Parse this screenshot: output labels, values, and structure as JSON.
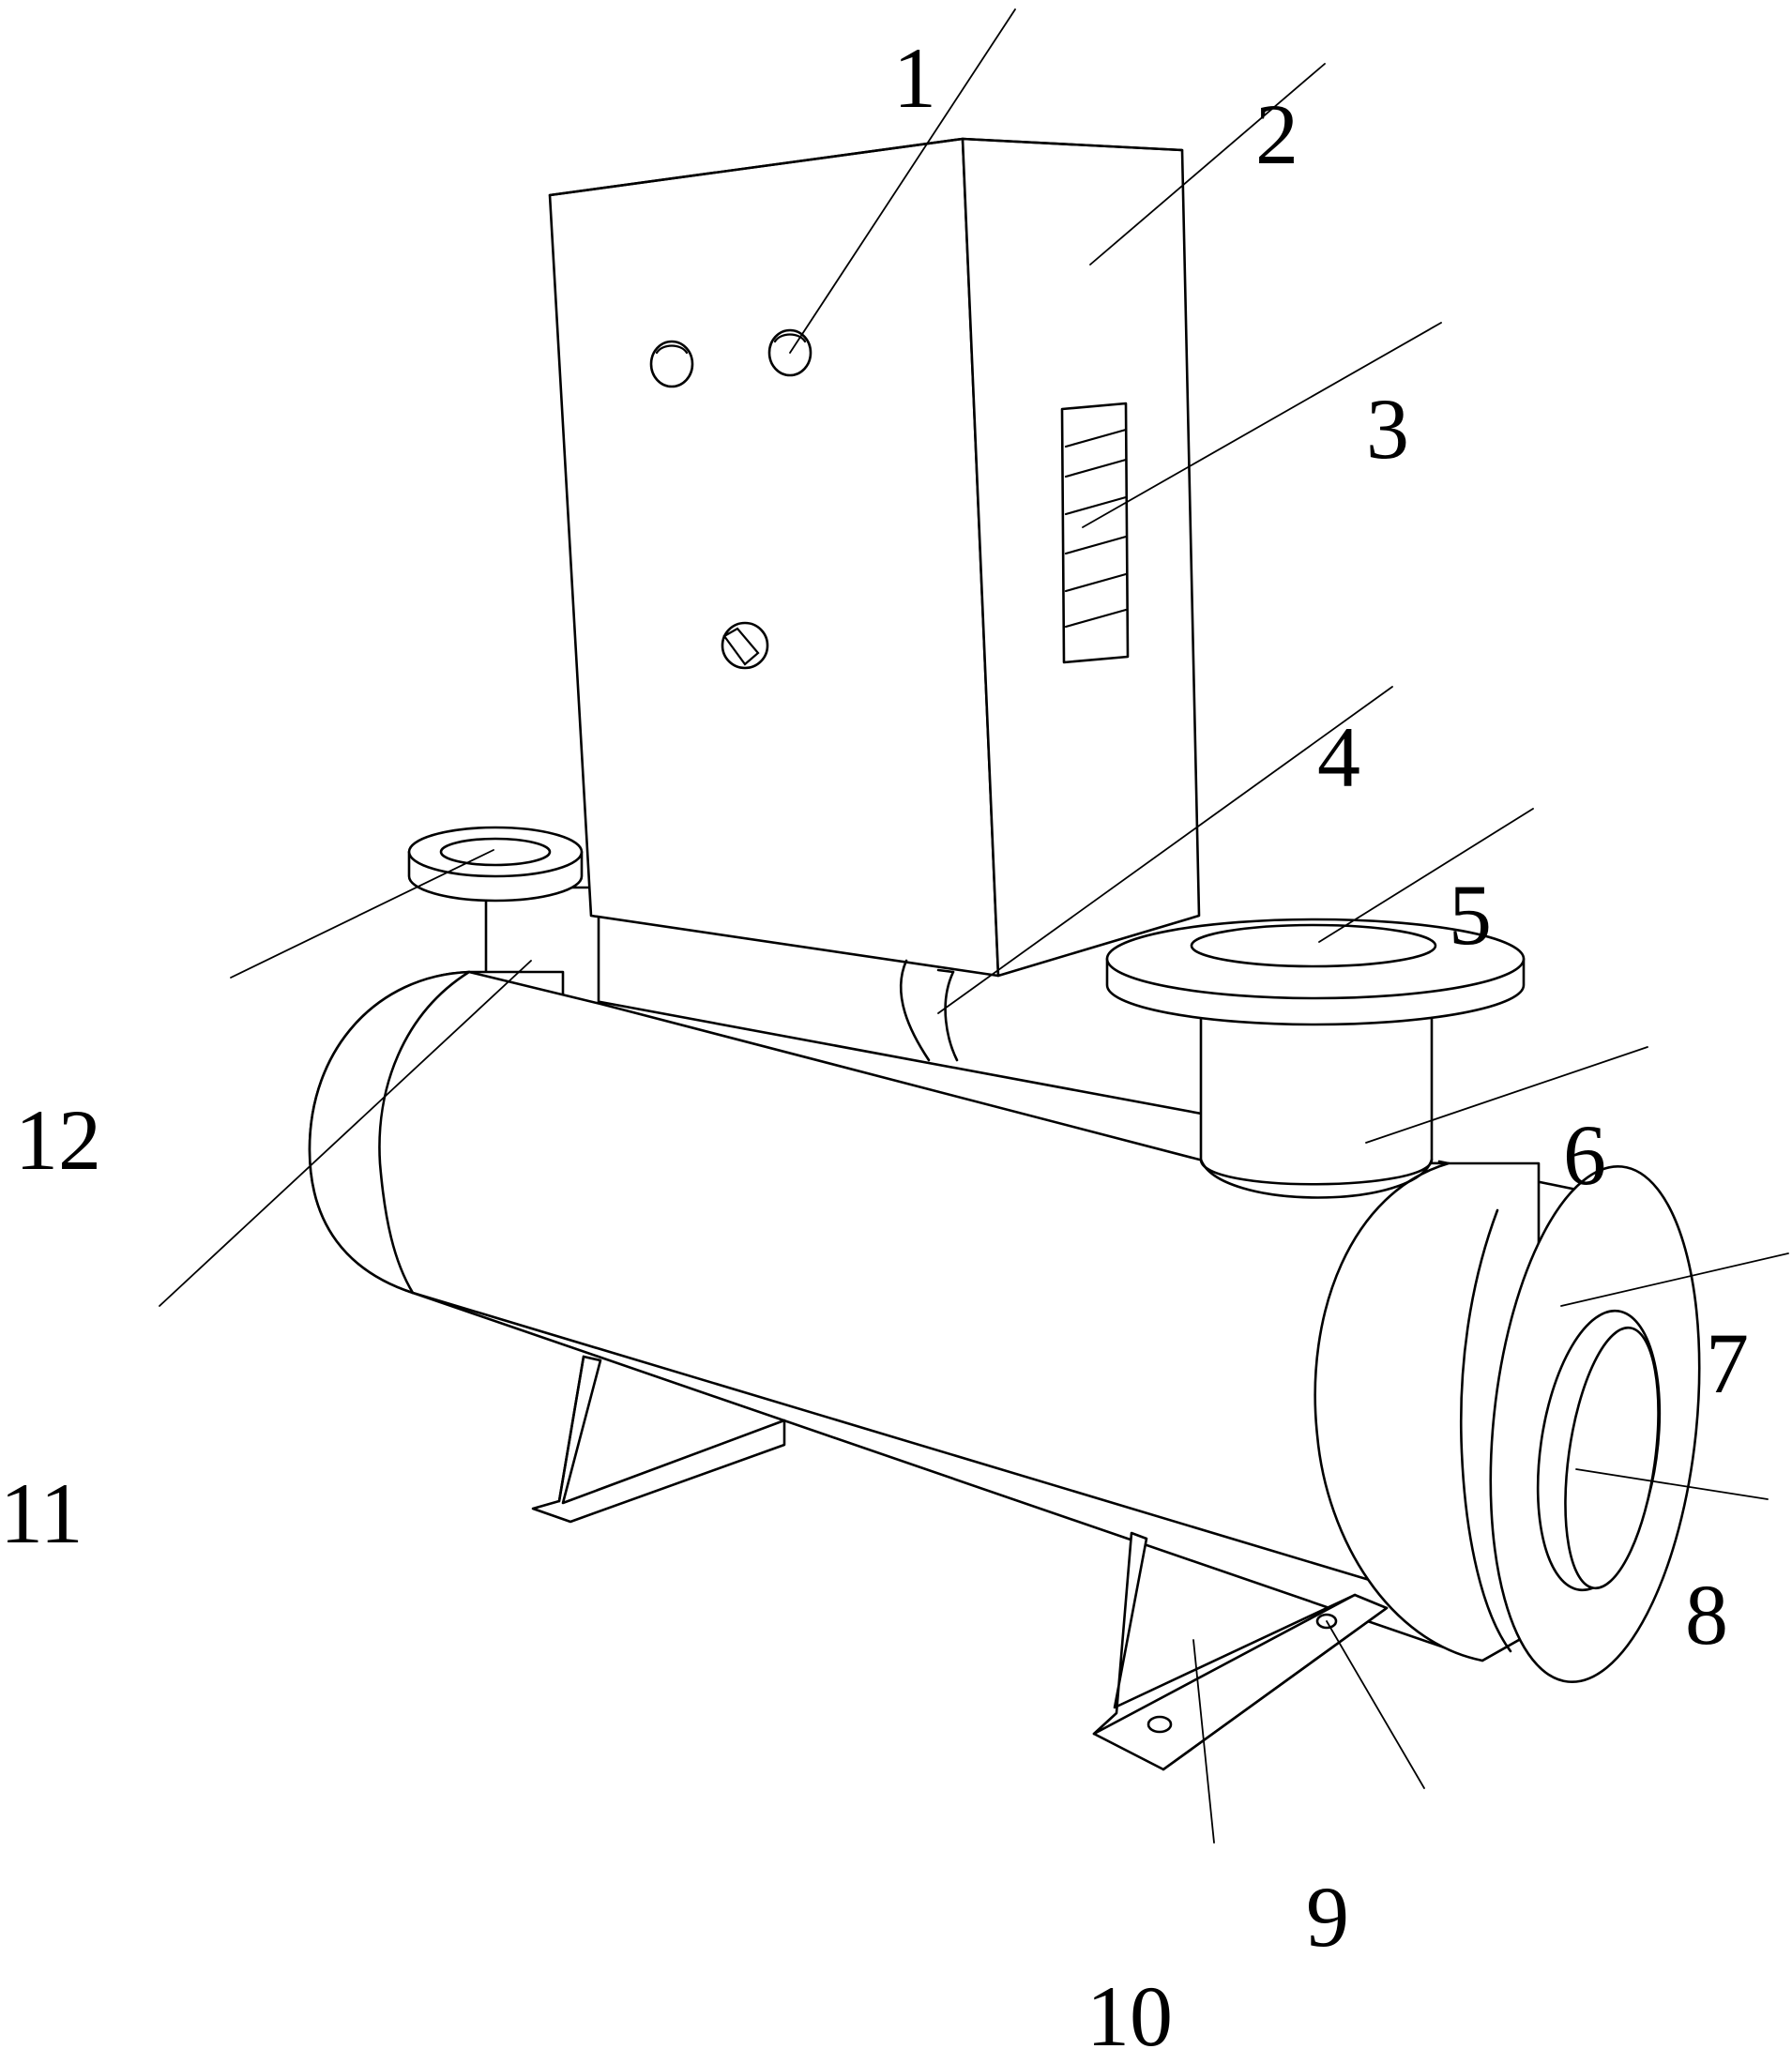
{
  "colors": {
    "line": "#000000",
    "background": "#ffffff"
  },
  "labels": [
    {
      "id": "1",
      "text": "1"
    },
    {
      "id": "2",
      "text": "2"
    },
    {
      "id": "3",
      "text": "3"
    },
    {
      "id": "4",
      "text": "4"
    },
    {
      "id": "5",
      "text": "5"
    },
    {
      "id": "6",
      "text": "6"
    },
    {
      "id": "7",
      "text": "7"
    },
    {
      "id": "8",
      "text": "8"
    },
    {
      "id": "9",
      "text": "9"
    },
    {
      "id": "10",
      "text": "10"
    },
    {
      "id": "11",
      "text": "11"
    },
    {
      "id": "12",
      "text": "12"
    }
  ]
}
